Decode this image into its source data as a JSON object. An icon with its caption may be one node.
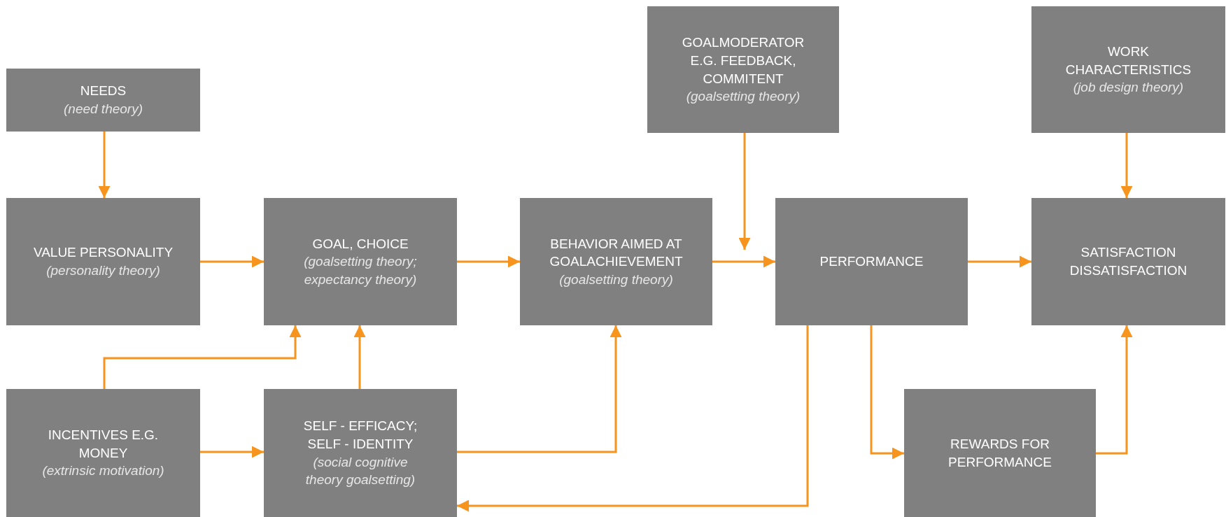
{
  "diagram": {
    "nodes": [
      {
        "text": [
          "NEEDS",
          "(need theory)"
        ]
      },
      {
        "text": [
          "GOALMODERATOR E.G. FEEDBACK, COMMITENT",
          "(goalsetting theory)"
        ]
      },
      {
        "text": [
          "WORK CHARACTERISTICS",
          "(job design theory)"
        ]
      },
      {
        "text": [
          "VALUE PERSONALITY",
          "(personality theory)"
        ]
      },
      {
        "text": [
          "GOAL, CHOICE",
          "(goalsetting theory; expectancy theory)"
        ]
      },
      {
        "text": [
          "BEHAVIOR AIMED AT GOALACHIEVEMENT",
          "(goalsetting theory)"
        ]
      },
      {
        "text": [
          "PERFORMANCE"
        ]
      },
      {
        "text": [
          "SATISFACTION DISSATISFACTION"
        ]
      },
      {
        "text": [
          "INCENTIVES E.G. MONEY",
          "(extrinsic motivation)"
        ]
      },
      {
        "text": [
          "SELF - EFFICACY; SELF - IDENTITY",
          "(social cognitive theory goalsetting)"
        ]
      },
      {
        "text": [
          "REWARDS FOR PERFORMANCE"
        ]
      }
    ],
    "edges": [
      {
        "from": 0,
        "to": 3,
        "arrow": "to"
      },
      {
        "from": 1,
        "to": 6,
        "arrow": "to"
      },
      {
        "from": 2,
        "to": 7,
        "arrow": "to"
      },
      {
        "from": 3,
        "to": 4,
        "arrow": "to"
      },
      {
        "from": 4,
        "to": 5,
        "arrow": "to"
      },
      {
        "from": 5,
        "to": 6,
        "arrow": "to"
      },
      {
        "from": 6,
        "to": 7,
        "arrow": "to"
      },
      {
        "from": 8,
        "to": 4,
        "arrow": "to"
      },
      {
        "from": 9,
        "to": 4,
        "arrow": "to"
      },
      {
        "from": 8,
        "to": 9,
        "arrow": "to"
      },
      {
        "from": 9,
        "to": 5,
        "arrow": "to"
      },
      {
        "from": 6,
        "to": 9,
        "arrow": "to"
      },
      {
        "from": 6,
        "to": 10,
        "arrow": "to"
      },
      {
        "from": 10,
        "to": 7,
        "arrow": "to"
      }
    ]
  }
}
